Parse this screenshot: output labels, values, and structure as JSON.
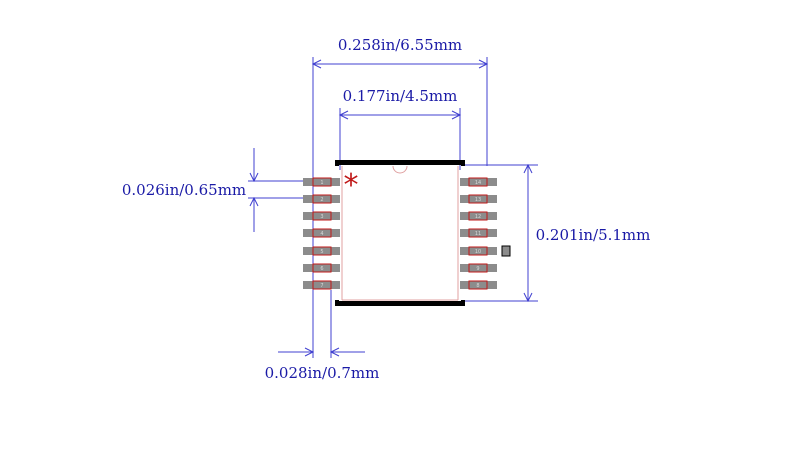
{
  "dimensions": {
    "overall_width": "0.258in/6.55mm",
    "body_width": "0.177in/4.5mm",
    "pitch": "0.026in/0.65mm",
    "body_length": "0.201in/5.1mm",
    "pad_width": "0.028in/0.7mm"
  },
  "pin1_marker": "*",
  "pins_left": [
    "1",
    "2",
    "3",
    "4",
    "5",
    "6",
    "7"
  ],
  "pins_right": [
    "14",
    "13",
    "12",
    "11",
    "10",
    "9",
    "8"
  ],
  "colors": {
    "dimension": "#4040d0",
    "pad": "#8c8c8c",
    "pad_outline": "#c01818",
    "body_outline": "#e0a0a0",
    "marker": "#c01818"
  }
}
